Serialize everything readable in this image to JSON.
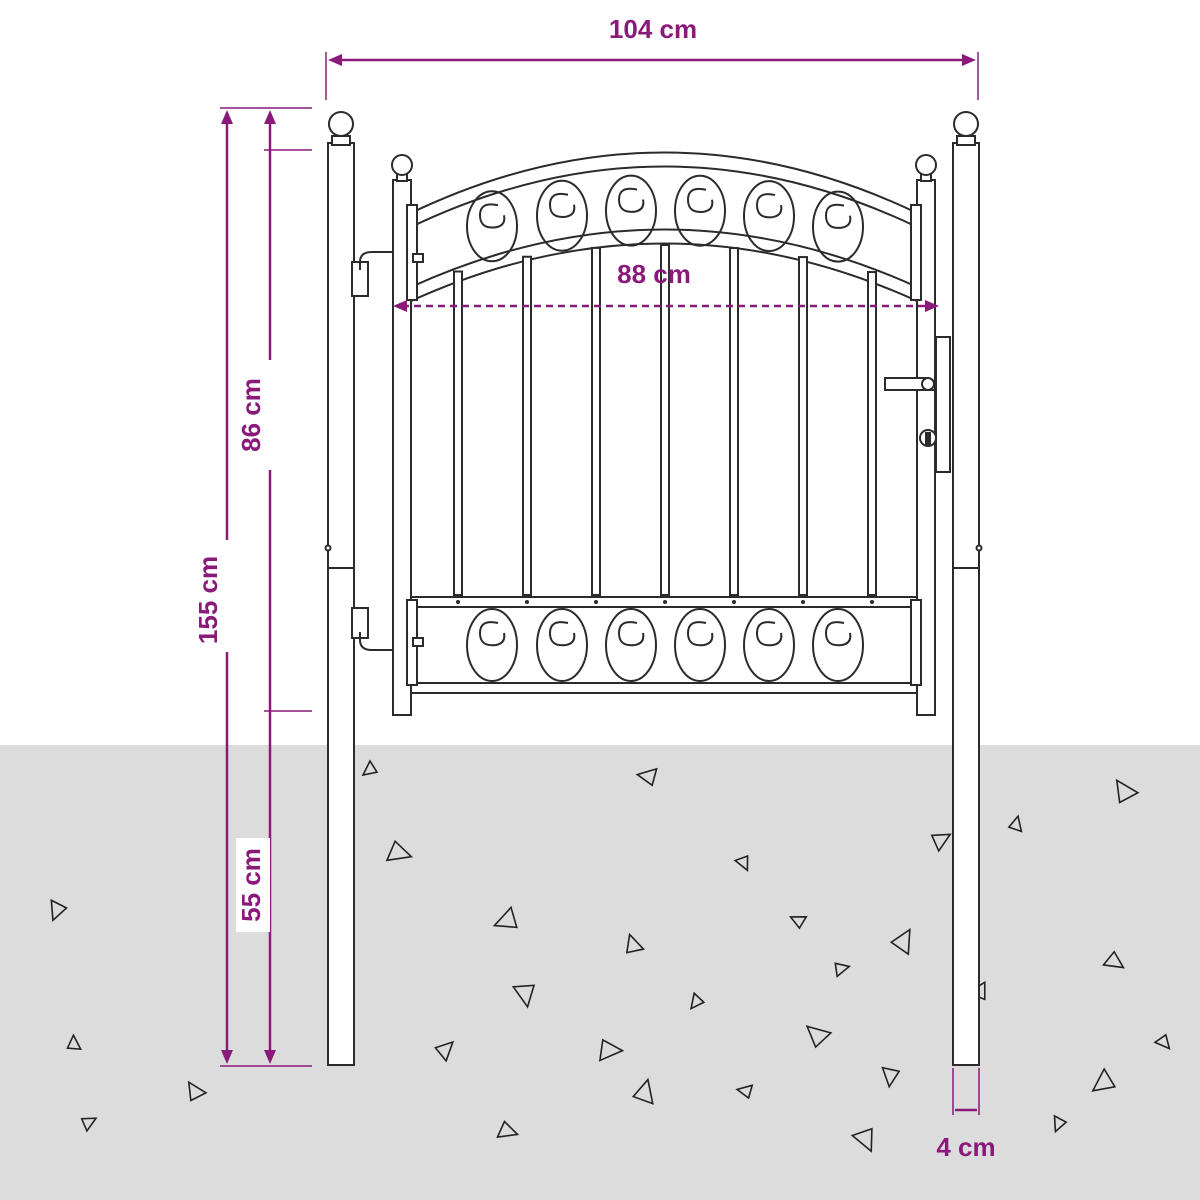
{
  "dimensions": {
    "total_width": "104 cm",
    "gate_width": "88 cm",
    "gate_height": "86 cm",
    "total_height": "155 cm",
    "buried_depth": "55 cm",
    "post_width": "4 cm"
  },
  "colors": {
    "dimension": "#8a1a7a",
    "ground": "#dcdcdc",
    "outline": "#2b2b2b",
    "background": "#ffffff"
  }
}
